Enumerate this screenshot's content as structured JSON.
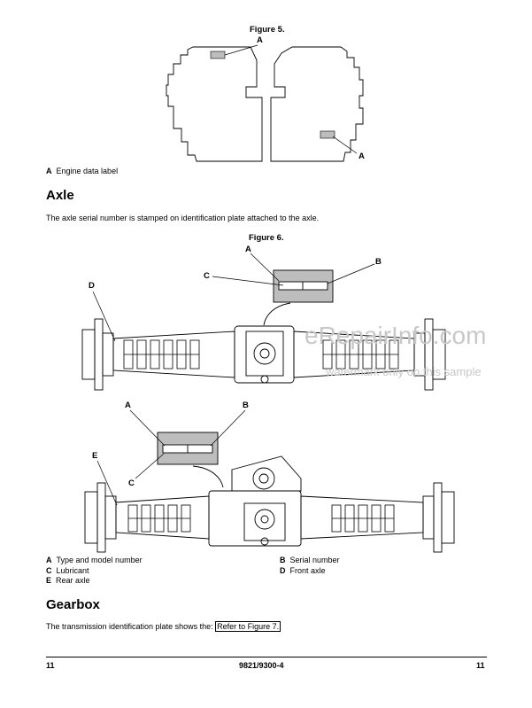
{
  "figure5": {
    "title": "Figure 5.",
    "callout_a_top": "A",
    "callout_a_right": "A",
    "legend": [
      {
        "key": "A",
        "text": "Engine data label"
      }
    ]
  },
  "axle": {
    "heading": "Axle",
    "body": "The axle serial number is stamped on identification plate attached to the axle."
  },
  "figure6": {
    "title": "Figure 6.",
    "callouts_top": {
      "a": "A",
      "b": "B",
      "c": "C",
      "d": "D"
    },
    "callouts_bottom": {
      "a": "A",
      "b": "B",
      "c": "C",
      "e": "E"
    },
    "legend_left": [
      {
        "key": "A",
        "text": "Type and model number"
      },
      {
        "key": "C",
        "text": "Lubricant"
      },
      {
        "key": "E",
        "text": "Rear axle"
      }
    ],
    "legend_right": [
      {
        "key": "B",
        "text": "Serial number"
      },
      {
        "key": "D",
        "text": "Front axle"
      }
    ]
  },
  "watermark": {
    "line1": "eRepairInfo.com",
    "line2": "watermark only on this sample"
  },
  "gearbox": {
    "heading": "Gearbox",
    "body_prefix": "The transmission identification plate shows the: ",
    "link": "Refer to Figure 7."
  },
  "footer": {
    "left": "11",
    "center": "9821/9300-4",
    "right": "11"
  },
  "colors": {
    "ink": "#000000",
    "plate_fill": "#bdbdbd",
    "watermark": "#c8c8c8"
  }
}
